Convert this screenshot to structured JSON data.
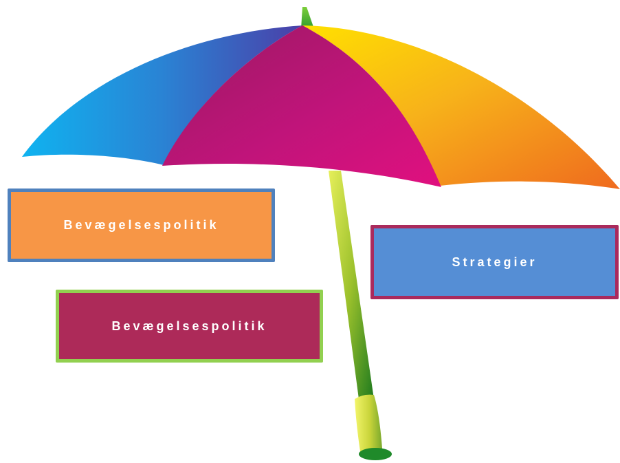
{
  "boxes": {
    "orange": {
      "label": "Bevægelsespolitik"
    },
    "blue": {
      "label": "Strategier"
    },
    "maroon": {
      "label": "Bevægelsespolitik"
    }
  },
  "colors": {
    "box_orange_fill": "#f79646",
    "box_orange_border": "#4f81bd",
    "box_blue_fill": "#558ed5",
    "box_blue_border": "#aa2a5c",
    "box_maroon_fill": "#ad2a59",
    "box_maroon_border": "#92d050",
    "canopy_left": "#1aa6e8",
    "canopy_center": "#c4147a",
    "canopy_right": "#f5a623"
  }
}
